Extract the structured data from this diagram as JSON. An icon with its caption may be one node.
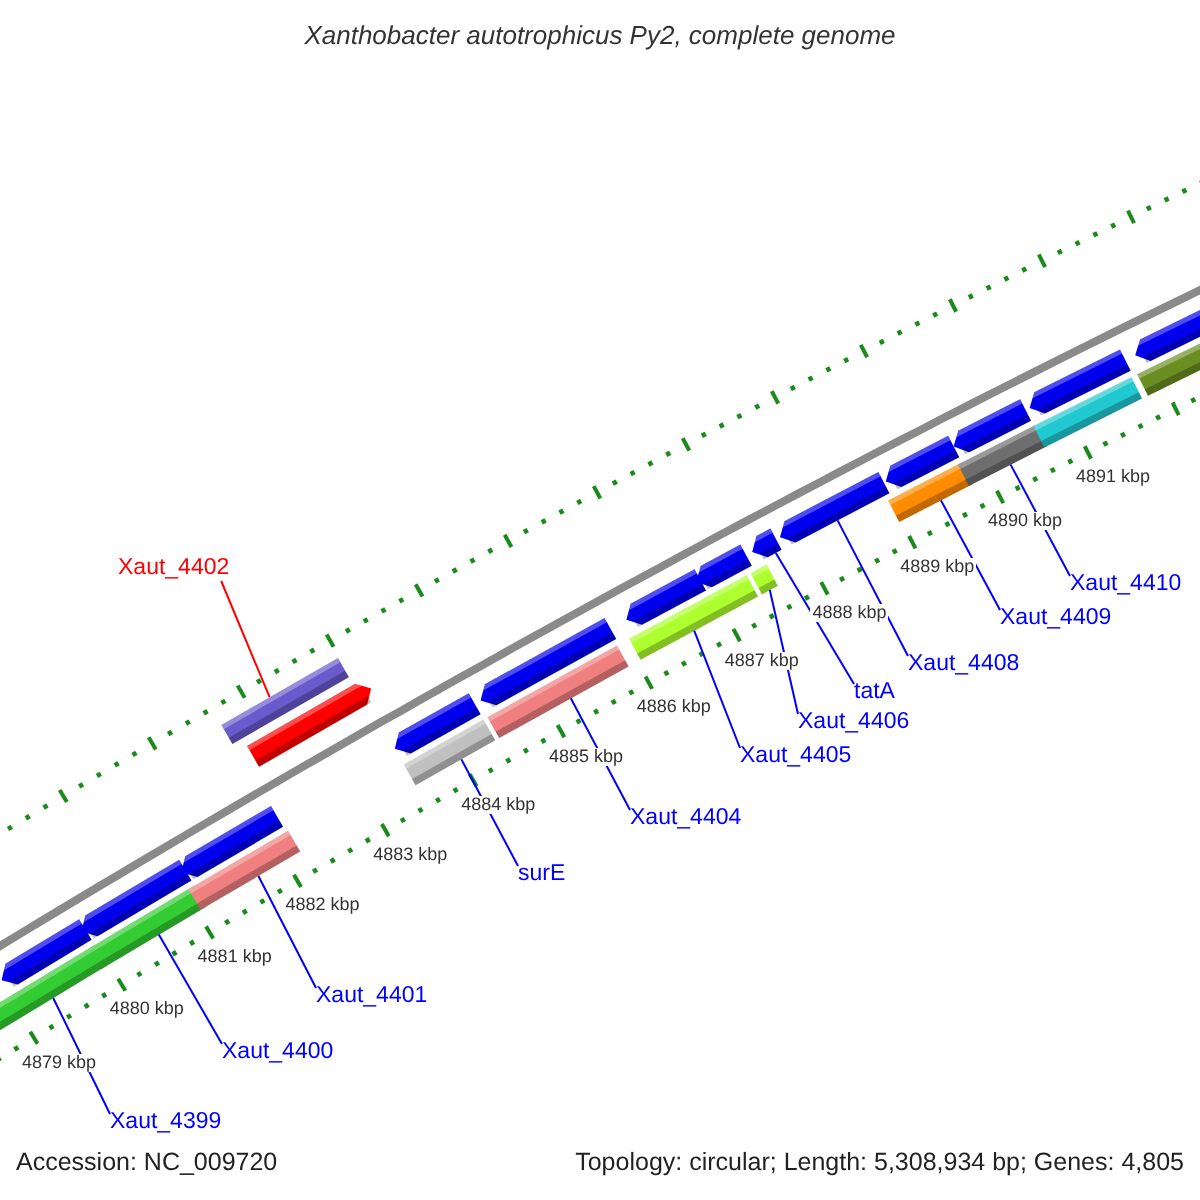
{
  "diagram": {
    "title": "Xanthobacter autotrophicus Py2, complete genome",
    "nodes": [
      {
        "text": [
          "Xaut_4402"
        ]
      },
      {
        "text": [
          "Xaut_4399"
        ]
      },
      {
        "text": [
          "Xaut_4400"
        ]
      },
      {
        "text": [
          "Xaut_4401"
        ]
      },
      {
        "text": [
          "surE"
        ]
      },
      {
        "text": [
          "Xaut_4404"
        ]
      },
      {
        "text": [
          "Xaut_4405"
        ]
      },
      {
        "text": [
          "Xaut_4406"
        ]
      },
      {
        "text": [
          "tatA"
        ]
      },
      {
        "text": [
          "Xaut_4408"
        ]
      },
      {
        "text": [
          "Xaut_4409"
        ]
      },
      {
        "text": [
          "Xaut_4410"
        ]
      },
      {
        "text": [],
        "shape": "bar"
      },
      {
        "text": [],
        "shape": "arrow"
      },
      {
        "text": [],
        "shape": "arrow"
      },
      {
        "text": [],
        "shape": "arrow"
      },
      {
        "text": [],
        "shape": "arrow"
      },
      {
        "text": [],
        "shape": "arrow"
      },
      {
        "text": [],
        "shape": "arrow"
      },
      {
        "text": [],
        "shape": "arrow"
      },
      {
        "text": [],
        "shape": "arrow"
      },
      {
        "text": [],
        "shape": "arrow"
      },
      {
        "text": [],
        "shape": "arrow"
      },
      {
        "text": [],
        "shape": "arrow"
      },
      {
        "text": [],
        "shape": "arrow"
      },
      {
        "text": [],
        "shape": "arrow"
      },
      {
        "text": [],
        "shape": "arrow"
      },
      {
        "text": [],
        "shape": "bar"
      },
      {
        "text": [],
        "shape": "bar"
      },
      {
        "text": [],
        "shape": "bar"
      },
      {
        "text": [],
        "shape": "bar"
      },
      {
        "text": [],
        "shape": "bar"
      },
      {
        "text": [],
        "shape": "bar"
      },
      {
        "text": [],
        "shape": "bar"
      },
      {
        "text": [],
        "shape": "bar"
      },
      {
        "text": [],
        "shape": "bar"
      },
      {
        "text": [],
        "shape": "bar"
      },
      {
        "text": [],
        "shape": "bar"
      }
    ],
    "edges": [
      {
        "from": 0,
        "to": 12,
        "arrow": "none",
        "color": "#ff0000"
      },
      {
        "from": 1,
        "to": 27,
        "arrow": "none"
      },
      {
        "from": 2,
        "to": 28,
        "arrow": "none"
      },
      {
        "from": 3,
        "to": 29,
        "arrow": "none"
      },
      {
        "from": 4,
        "to": 30,
        "arrow": "none"
      },
      {
        "from": 5,
        "to": 31,
        "arrow": "none"
      },
      {
        "from": 6,
        "to": 32,
        "arrow": "none"
      },
      {
        "from": 7,
        "to": 33,
        "arrow": "none"
      },
      {
        "from": 8,
        "to": 21,
        "arrow": "none"
      },
      {
        "from": 9,
        "to": 22,
        "arrow": "none"
      },
      {
        "from": 10,
        "to": 34,
        "arrow": "none"
      },
      {
        "from": 11,
        "to": 35,
        "arrow": "none"
      }
    ],
    "labels": [
      "4879 kbp",
      "4880 kbp",
      "4881 kbp",
      "4882 kbp",
      "4883 kbp",
      "4884 kbp",
      "4885 kbp",
      "4886 kbp",
      "4887 kbp",
      "4888 kbp",
      "4889 kbp",
      "4890 kbp",
      "4891 kbp",
      "Accession: NC_009720",
      "Topology: circular; Length: 5,308,934 bp; Genes: 4,805"
    ]
  }
}
